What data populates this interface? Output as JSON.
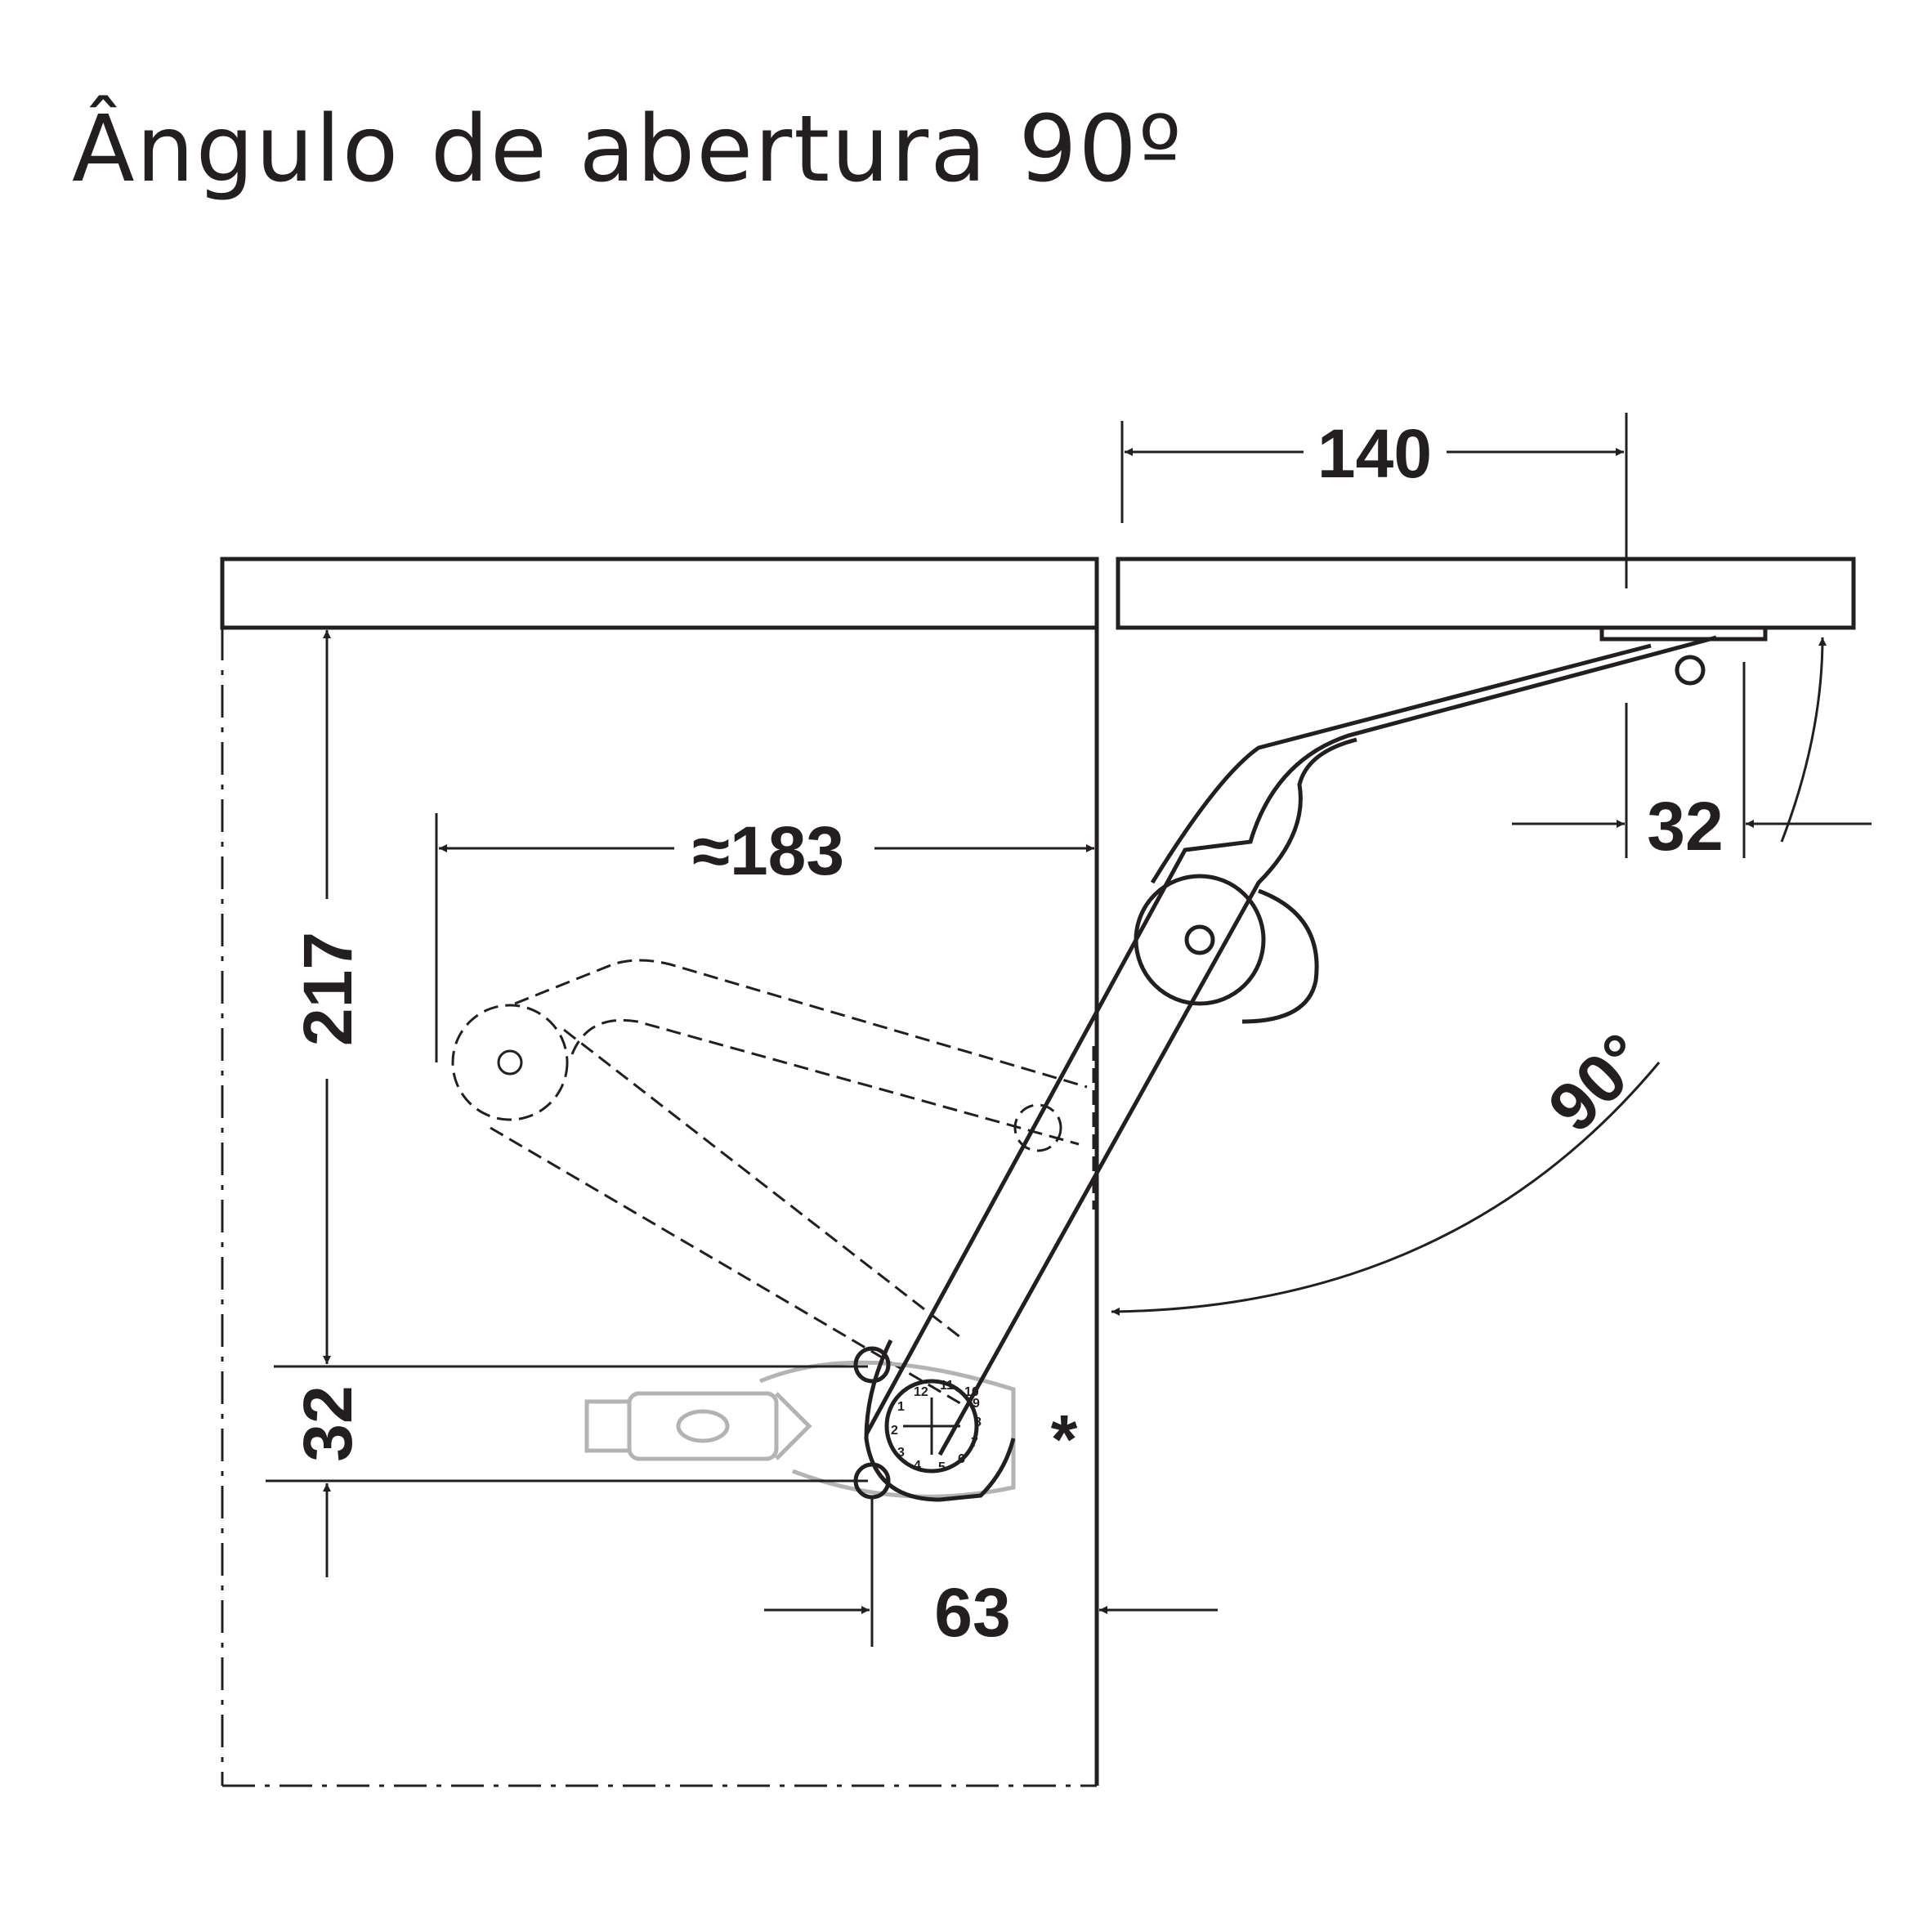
{
  "title": "Ângulo de abertura 90º",
  "dimensions": {
    "width_140": "140",
    "side_32": "32",
    "reach_183": "≈183",
    "height_217": "217",
    "hole_spacing_32": "32",
    "offset_63": "63",
    "angle_90": "90°"
  },
  "marker": "*",
  "dial_numbers": [
    "1",
    "2",
    "3",
    "4",
    "5",
    "6",
    "7",
    "8",
    "9",
    "10",
    "11",
    "12"
  ]
}
